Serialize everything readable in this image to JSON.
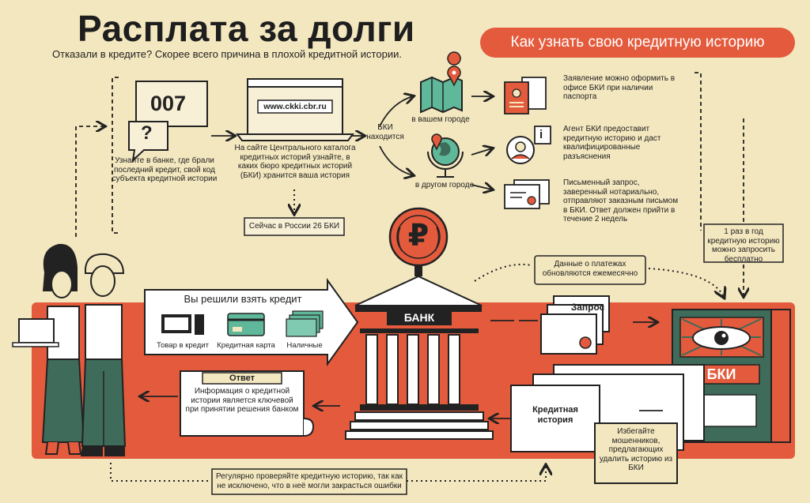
{
  "header": {
    "title": "Расплата за долги",
    "subtitle": "Отказали в кредите? Скорее всего причина в плохой кредитной истории.",
    "section_pill": "Как узнать свою кредитную историю"
  },
  "colors": {
    "background": "#f3e7bf",
    "accent_red": "#e45a3c",
    "dark_green": "#3e6b5a",
    "teal": "#5fb89a",
    "ink": "#222222"
  },
  "step1": {
    "bubble_code": "007",
    "bubble_question": "?",
    "text": "Узнайте в банке, где брали последний кредит, свой код субъекта кредитной истории"
  },
  "step2": {
    "url": "www.ckki.cbr.ru",
    "text": "На сайте Центрального каталога кредитных историй узнайте, в каких бюро кредитных историй (БКИ) хранится ваша история",
    "note": "Сейчас в России 26 БКИ"
  },
  "location": {
    "label": "БКИ находится",
    "city_same": "в вашем городе",
    "city_other": "в другом городе"
  },
  "methods": [
    {
      "text": "Заявление можно оформить в офисе БКИ при наличии паспорта",
      "icon": "passport-icon"
    },
    {
      "text": "Агент БКИ предоставит кредитную историю и даст квалифицированные разъяснения",
      "icon": "agent-icon",
      "badge": "i"
    },
    {
      "text": "Письменный запрос, заверенный нотариально, отправляют заказным письмом в БКИ. Ответ должен прийти в течение 2 недель",
      "icon": "letter-icon"
    }
  ],
  "yearly_note": "1 раз в год кредитную историю можно запросить бесплатно",
  "credit_banner": {
    "title": "Вы решили взять кредит",
    "items": [
      "Товар в кредит",
      "Кредитная карта",
      "Наличные"
    ]
  },
  "bank": {
    "sign": "БАНК",
    "coin": "₽"
  },
  "payments_note": "Данные о платежах обновляются ежемесячно",
  "request_label": "Запрос",
  "bki_label": "БКИ",
  "answer": {
    "title": "Ответ",
    "text": "Информация о кредитной истории является ключевой при принятии решения банком"
  },
  "credit_history_label": "Кредитная история",
  "fraud_warning": "Избегайте мошенников, предлагающих удалить историю из БКИ",
  "footer_note": "Регулярно проверяйте кредитную историю, так как не исключено, что в неё могли закрасться ошибки"
}
